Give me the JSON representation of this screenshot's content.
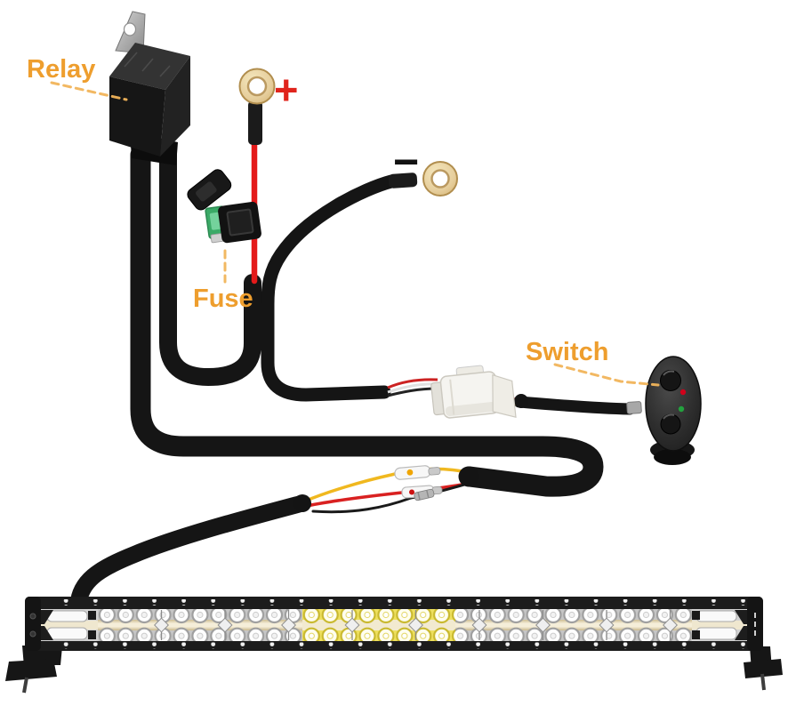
{
  "diagram": {
    "annotations": {
      "relay": {
        "label": "Relay"
      },
      "fuse": {
        "label": "Fuse"
      },
      "switch": {
        "label": "Switch"
      }
    },
    "terminals": {
      "positive_symbol": "+",
      "negative_symbol": "−"
    },
    "components": {
      "relay": "automotive-relay-with-mounting-tab",
      "fuse": "inline-blade-fuse-holder-open-cap",
      "positive_ring": "positive-battery-ring-terminal",
      "negative_ring": "negative-battery-ring-terminal",
      "connector": "white-quick-disconnect-connector",
      "switch": "oval-switch-pod-two-buttons-red-green-leds",
      "light_bar": "tri-row-led-light-bar-with-end-brackets"
    },
    "light_bar": {
      "sections": 9,
      "led_rows": 2
    },
    "colors": {
      "label_orange": "#EE9E2E",
      "leader_orange": "#F1B45A",
      "plus_red": "#E0241C",
      "wire_red": "#E41A1A",
      "wire_yellow": "#F0B81F",
      "fuse_green": "#3BAA67",
      "fuse_green_light": "#74D29C",
      "brass": "#E6CE9C",
      "led_indicator_red": "#D0021B",
      "led_indicator_green": "#23A13E",
      "bar_yellow": "#EEE05E",
      "amber_strip": "#E9DDBA",
      "cable_black": "#151515"
    }
  }
}
